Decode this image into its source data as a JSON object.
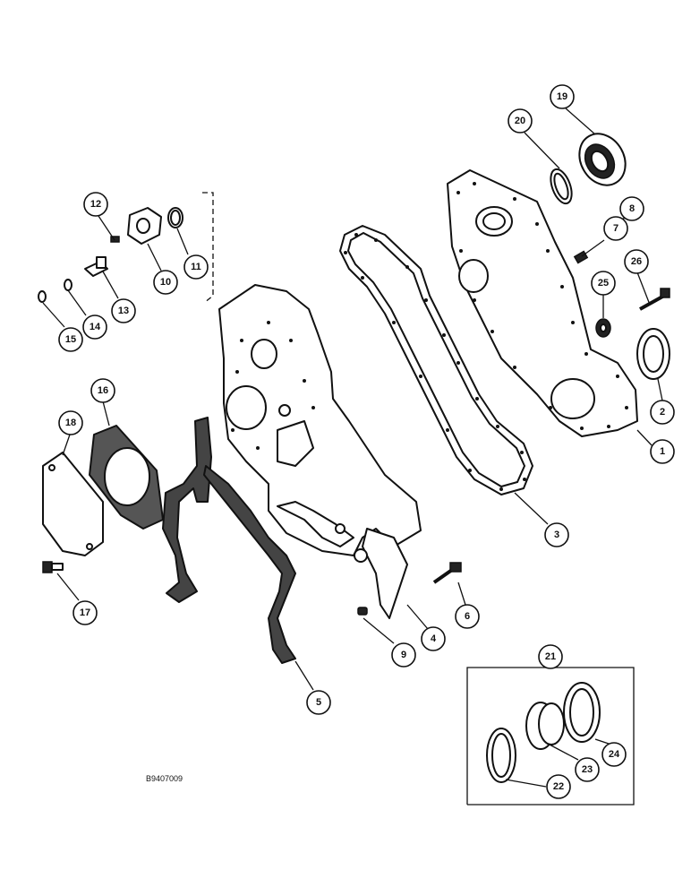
{
  "figure_code": "B9407009",
  "callouts": {
    "c1": "1",
    "c2": "2",
    "c3": "3",
    "c4": "4",
    "c5": "5",
    "c6": "6",
    "c7": "7",
    "c8": "8",
    "c9": "9",
    "c10": "10",
    "c11": "11",
    "c12": "12",
    "c13": "13",
    "c14": "14",
    "c15": "15",
    "c16": "16",
    "c17": "17",
    "c18": "18",
    "c19": "19",
    "c20": "20",
    "c21": "21",
    "c22": "22",
    "c23": "23",
    "c24": "24",
    "c25": "25",
    "c26": "26"
  }
}
